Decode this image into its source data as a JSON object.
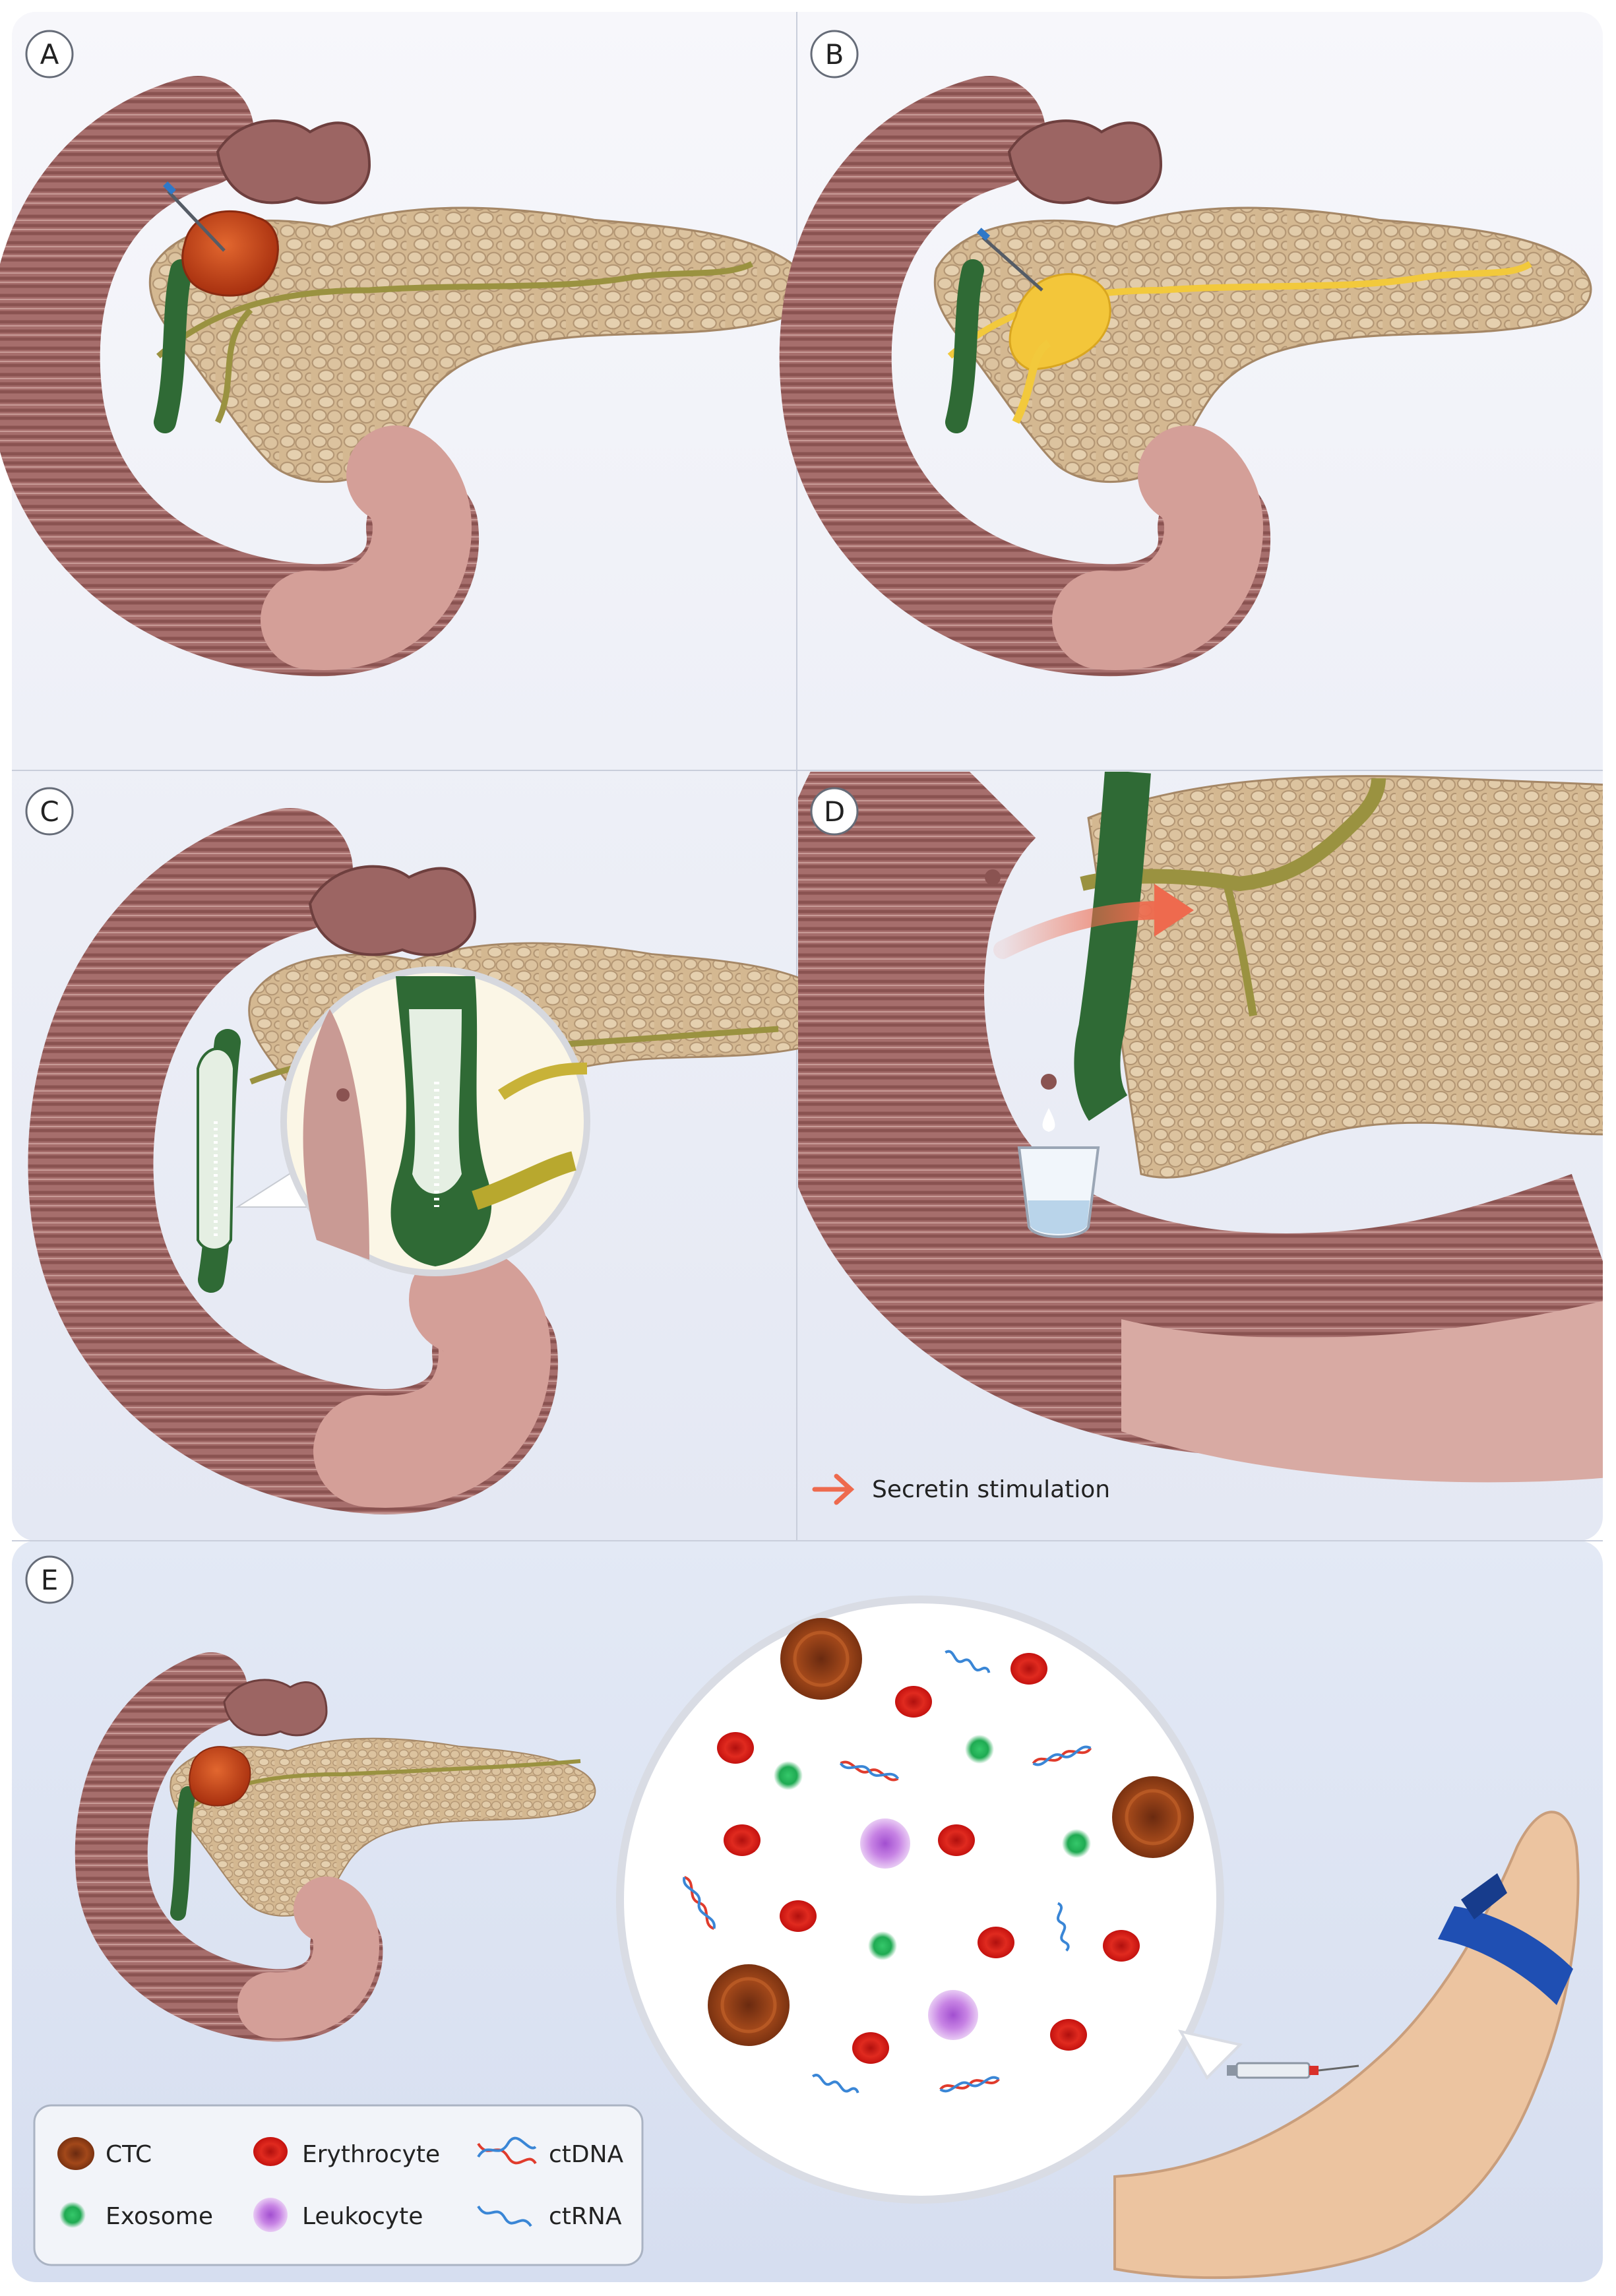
{
  "panels": {
    "a": {
      "label": "A"
    },
    "b": {
      "label": "B"
    },
    "c": {
      "label": "C"
    },
    "d": {
      "label": "D",
      "arrow_legend": "Secretin stimulation"
    },
    "e": {
      "label": "E"
    }
  },
  "legend": {
    "items": [
      {
        "key": "ctc",
        "label": "CTC"
      },
      {
        "key": "erythrocyte",
        "label": "Erythrocyte"
      },
      {
        "key": "ctdna",
        "label": "ctDNA"
      },
      {
        "key": "exosome",
        "label": "Exosome"
      },
      {
        "key": "leukocyte",
        "label": "Leukocyte"
      },
      {
        "key": "ctrna",
        "label": "ctRNA"
      }
    ]
  },
  "colors": {
    "panel_bg_top": "#f6f6fa",
    "panel_bg_bottom": "#e6e9f4",
    "panel_e_bg": "#dde5f3",
    "duodenum": "#a8706e",
    "duodenum_dark": "#7a4848",
    "pancreas": "#d6bb95",
    "pancreas_dark": "#b89a74",
    "duct": "#9a9240",
    "duct_yellow": "#f2c93c",
    "bile_duct": "#2f6a35",
    "tumor": "#c5451d",
    "arrow": "#ee6a4e",
    "erythrocyte": "#e0201c",
    "ctc": "#8a3a14",
    "exosome": "#1fae55",
    "leukocyte": "#b364d6",
    "tourniquet": "#1f4fb3",
    "skin": "#ecc4a0"
  }
}
